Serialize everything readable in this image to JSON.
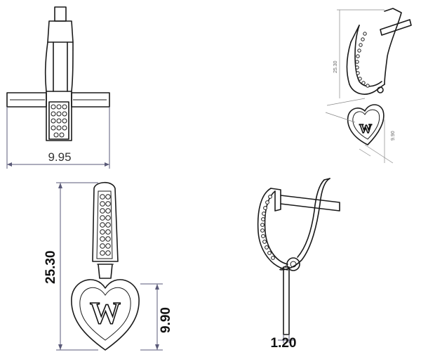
{
  "dimensions": {
    "front_width": "9.95",
    "side_height": "25.30",
    "side_heart": "9.90",
    "pin_diameter": "1.20",
    "iso_height": "25.30",
    "iso_heart": "9.90"
  },
  "monogram_letter": "W"
}
